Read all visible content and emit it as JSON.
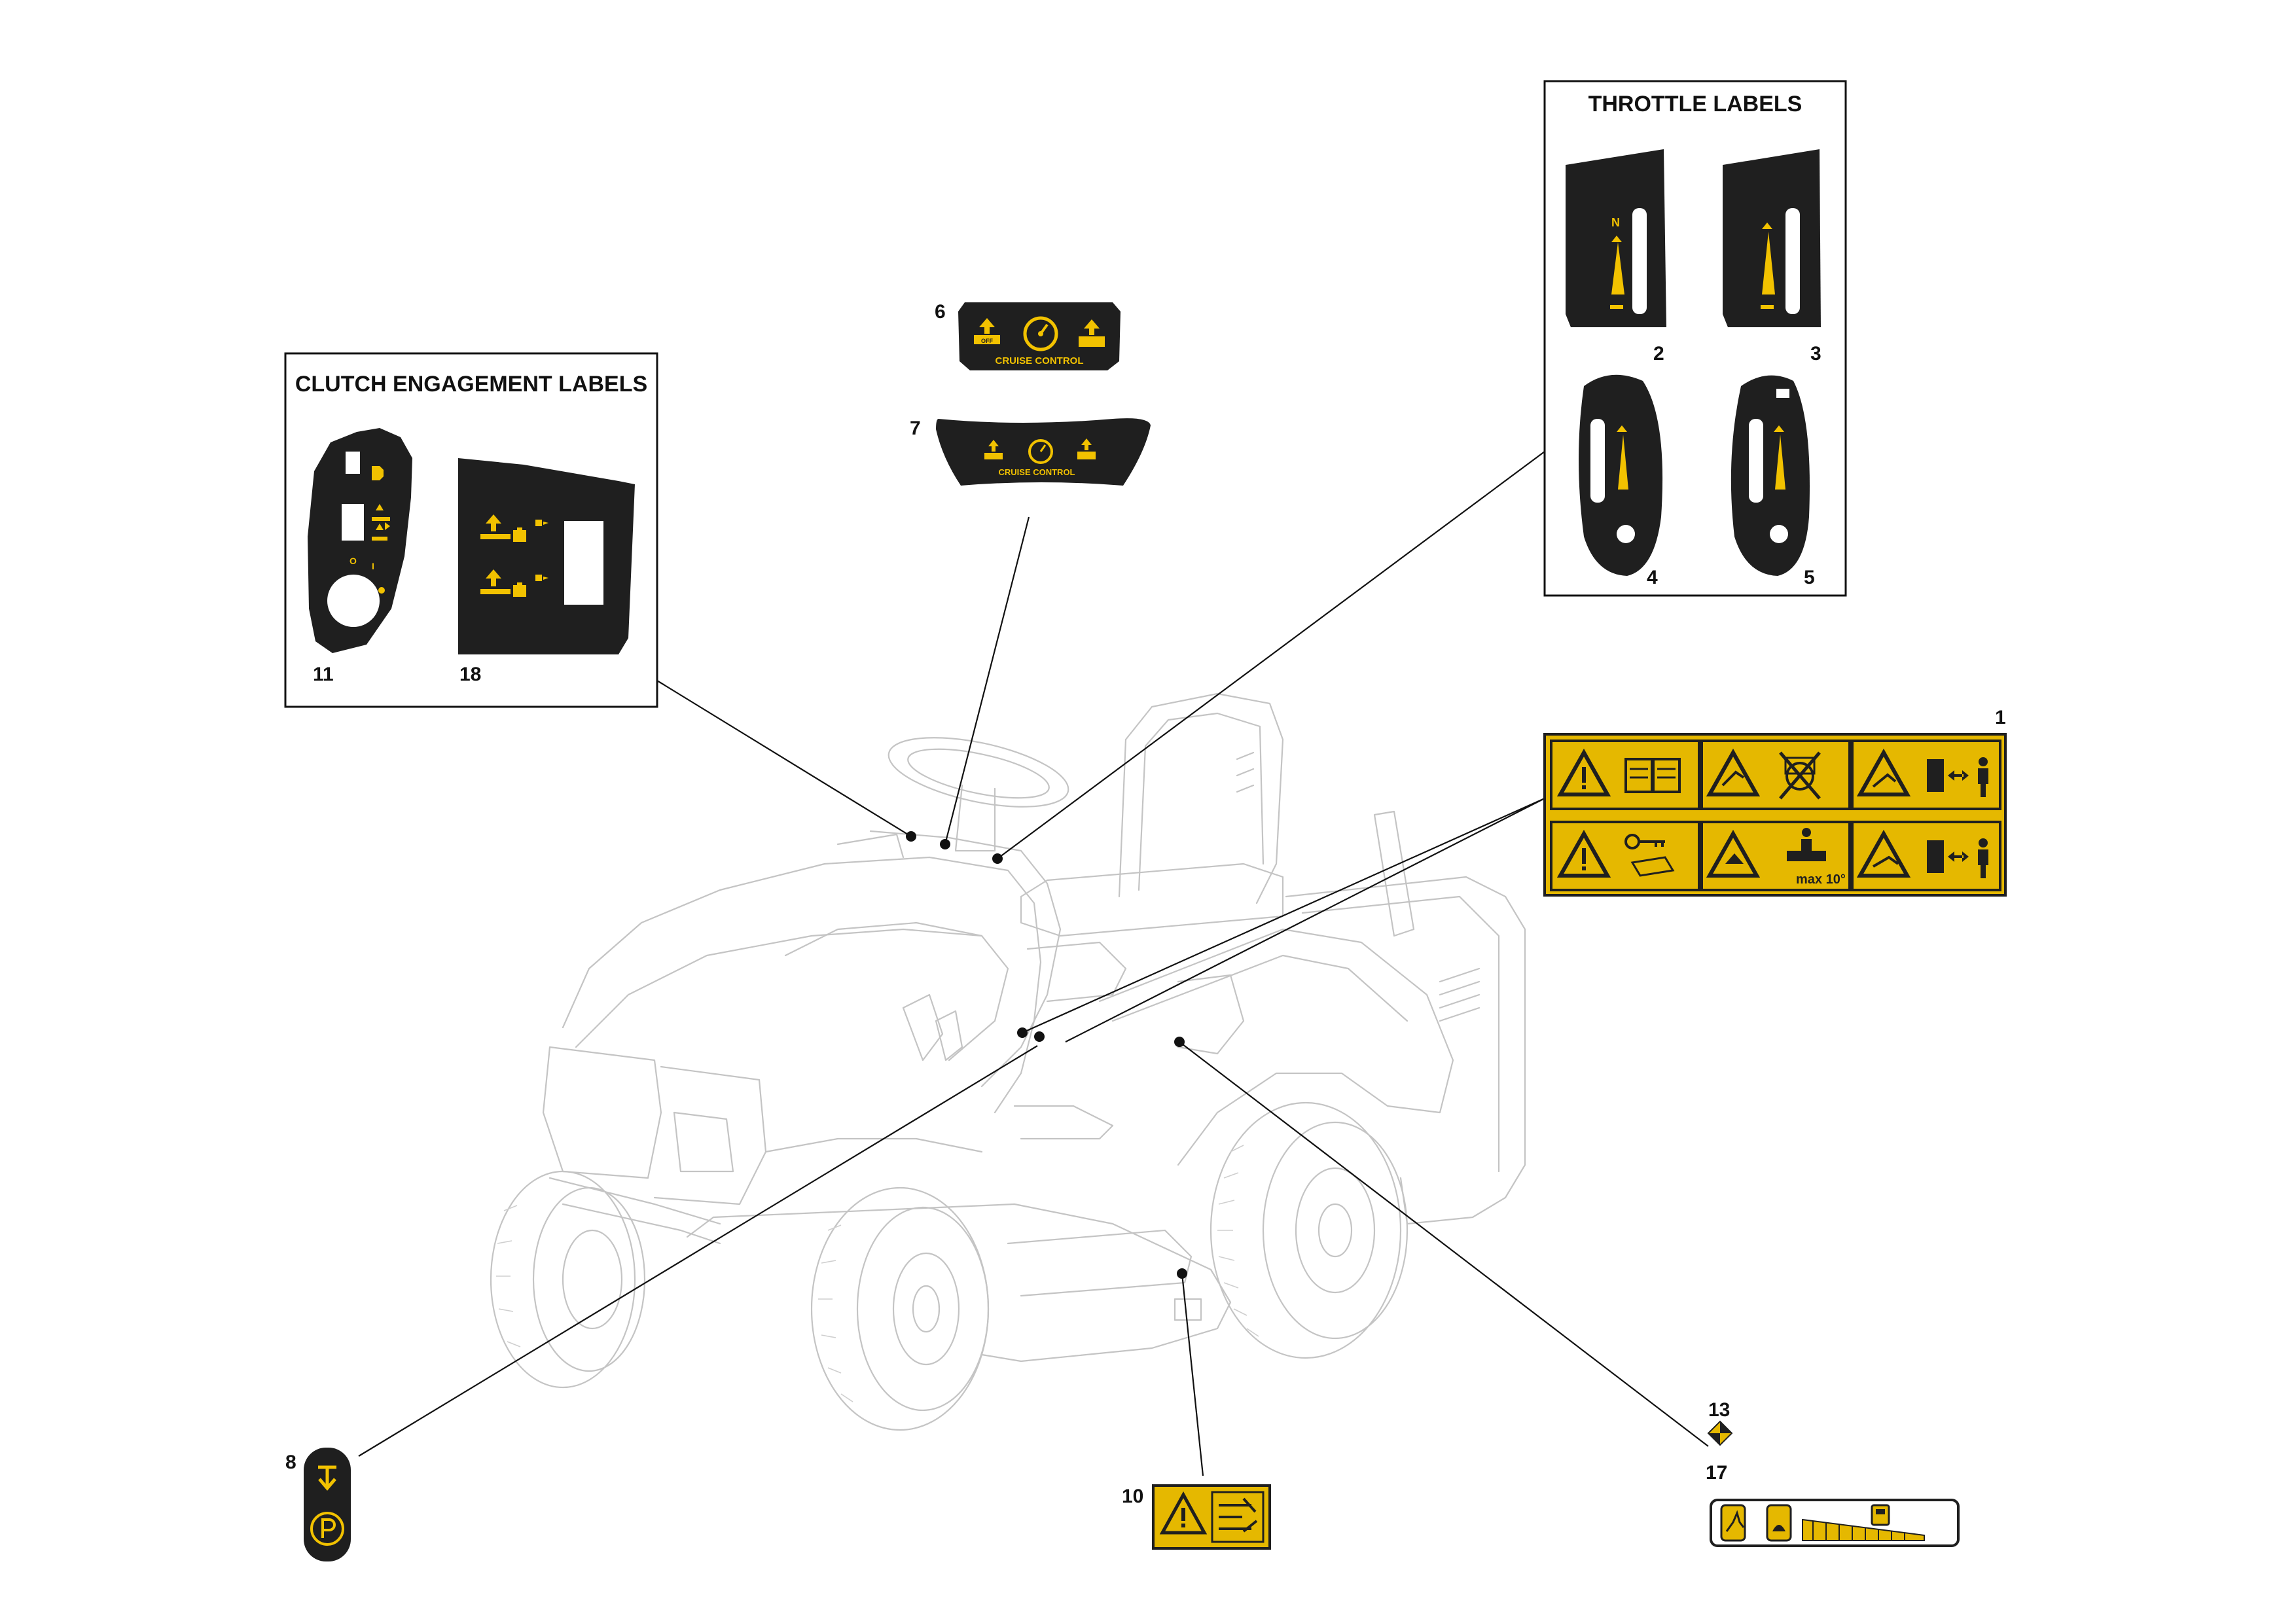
{
  "colors": {
    "label_black": "#1f1f1f",
    "label_yellow": "#f2c200",
    "mower_outline": "#c4c4c4",
    "leader": "#111111"
  },
  "boxes": {
    "clutch_title": "CLUTCH ENGAGEMENT LABELS",
    "throttle_title": "THROTTLE LABELS"
  },
  "labels": {
    "n1": "1",
    "n2": "2",
    "n3": "3",
    "n4": "4",
    "n5": "5",
    "n6": "6",
    "n7": "7",
    "n8": "8",
    "n10": "10",
    "n11": "11",
    "n13": "13",
    "n17": "17",
    "n18": "18"
  },
  "decal_text": {
    "cruise_6": "CRUISE CONTROL",
    "cruise_7": "CRUISE CONTROL",
    "off": "OFF",
    "max_slope": "max 10°",
    "throttle_letter": "N",
    "key_o": "O",
    "key_i": "I"
  },
  "icons": [
    "warning-triangle-icon",
    "manual-book-icon",
    "thrown-object-icon",
    "no-slope-icon",
    "keep-distance-icon",
    "key-icon",
    "parking-brake-icon",
    "speedometer-icon",
    "tortoise-icon",
    "hare-icon"
  ]
}
